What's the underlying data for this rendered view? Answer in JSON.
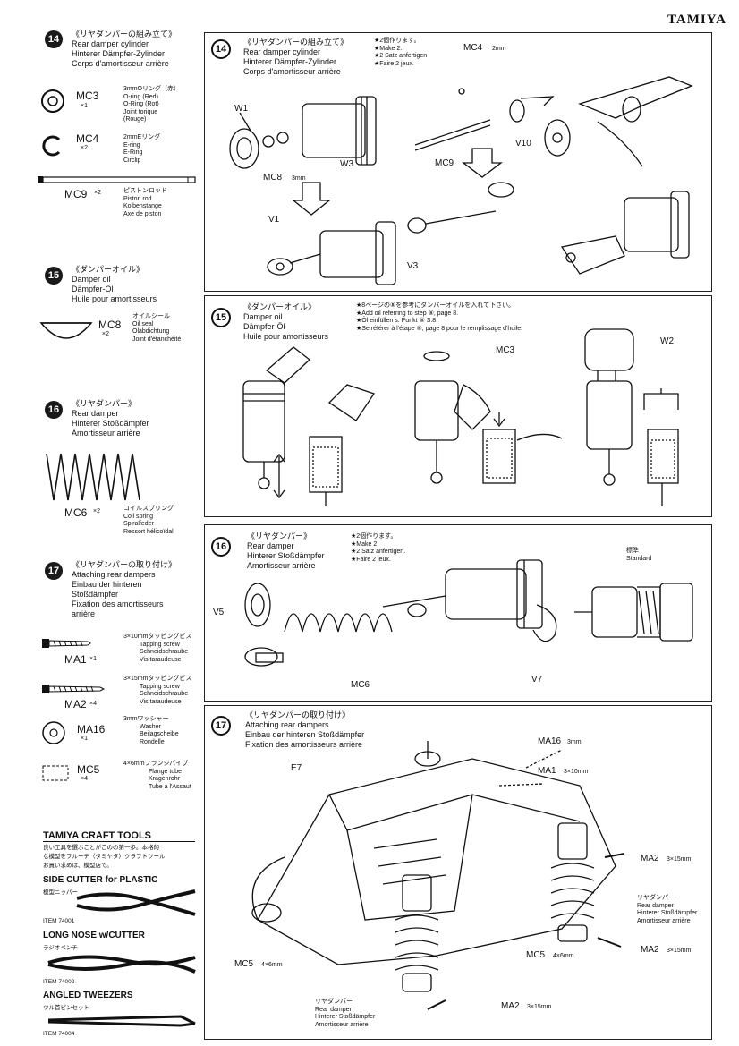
{
  "brand": "TAMIYA",
  "left": {
    "s14": {
      "num": "14",
      "jp": "《リヤダンパーの組み立て》",
      "en": "Rear damper cylinder",
      "de": "Hinterer Dämpfer-Zylinder",
      "fr": "Corps d'amortisseur arrière",
      "parts": [
        {
          "code": "MC3",
          "qty": "×1",
          "jp": "3mmOリング（赤）",
          "l1": "O-ring (Red)",
          "l2": "O-Ring (Rot)",
          "l3": "Joint torique",
          "l4": "(Rouge)"
        },
        {
          "code": "MC4",
          "qty": "×2",
          "jp": "2mmEリング",
          "l1": "E-ring",
          "l2": "E-Ring",
          "l3": "Circlip",
          "l4": ""
        },
        {
          "code": "MC9",
          "qty": "×2",
          "jp": "ピストンロッド",
          "l1": "Piston rod",
          "l2": "Kolbenstange",
          "l3": "Axe de piston",
          "l4": ""
        }
      ]
    },
    "s15": {
      "num": "15",
      "jp": "《ダンパーオイル》",
      "en": "Damper oil",
      "de": "Dämpfer-Öl",
      "fr": "Huile pour amortisseurs",
      "part": {
        "code": "MC8",
        "qty": "×2",
        "jp": "オイルシール",
        "l1": "Oil seal",
        "l2": "Ölabdichtung",
        "l3": "Joint d'étanchéité"
      }
    },
    "s16": {
      "num": "16",
      "jp": "《リヤダンパー》",
      "en": "Rear damper",
      "de": "Hinterer Stoßdämpfer",
      "fr": "Amortisseur arrière",
      "part": {
        "code": "MC6",
        "qty": "×2",
        "jp": "コイルスプリング",
        "l1": "Coil spring",
        "l2": "Spiralfeder",
        "l3": "Ressort hélicoïdal"
      }
    },
    "s17": {
      "num": "17",
      "jp": "《リヤダンパーの取り付け》",
      "en": "Attaching rear dampers",
      "de": "Einbau der hinteren",
      "de2": "Stoßdämpfer",
      "fr": "Fixation des amortisseurs",
      "fr2": "arrière",
      "parts": [
        {
          "code": "MA1",
          "qty": "×1",
          "jp": "3×10mmタッピングビス",
          "l1": "Tapping screw",
          "l2": "Schneidschraube",
          "l3": "Vis taraudeuse"
        },
        {
          "code": "MA2",
          "qty": "×4",
          "jp": "3×15mmタッピングビス",
          "l1": "Tapping screw",
          "l2": "Schneidschraube",
          "l3": "Vis taraudeuse"
        },
        {
          "code": "MA16",
          "qty": "×1",
          "jp": "3mmワッシャー",
          "l1": "Washer",
          "l2": "Beilagscheibe",
          "l3": "Rondelle"
        },
        {
          "code": "MC5",
          "qty": "×4",
          "jp": "4×6mmフランジパイプ",
          "l1": "Flange tube",
          "l2": "Kragenrohr",
          "l3": "Tube à l'Assaut"
        }
      ]
    },
    "tools": {
      "title": "TAMIYA CRAFT TOOLS",
      "jp1": "良い工具を選ぶことがこのの第一歩。本格的",
      "jp2": "な模型をフルーチ（タミヤタ）クラフトツール",
      "jp3": "お買い求めは、模型店で。",
      "t1": "SIDE CUTTER for PLASTIC",
      "t1jp": "模型ニッパー",
      "t1code": "ITEM 74001",
      "t2": "LONG NOSE w/CUTTER",
      "t2jp": "ラジオペンチ",
      "t2code": "ITEM 74002",
      "t3": "ANGLED TWEEZERS",
      "t3jp": "ツル首ピンセット",
      "t3code": "ITEM 74004"
    }
  },
  "p14": {
    "num": "14",
    "jp": "《リヤダンパーの組み立て》",
    "en": "Rear damper cylinder",
    "de": "Hinterer Dämpfer-Zylinder",
    "fr": "Corps d'amortisseur arrière",
    "n1": "★2個作ります。",
    "n2": "★Make 2.",
    "n3": "★2 Satz anfertigen",
    "n4": "★Faire 2 jeux.",
    "c_w1": "W1",
    "c_mc8": "MC8",
    "c_mc8s": "3mm",
    "c_w3": "W3",
    "c_mc4": "MC4",
    "c_mc4s": "2mm",
    "c_mc9": "MC9",
    "c_v10": "V10",
    "c_v1": "V1",
    "c_v3": "V3"
  },
  "p15": {
    "num": "15",
    "jp": "《ダンパーオイル》",
    "en": "Damper oil",
    "de": "Dämpfer-Öl",
    "fr": "Huile pour amortisseurs",
    "n1": "★8ページの⑧を参考にダンパーオイルを入れて下さい。",
    "n2": "★Add oil referring to step ⑧, page 8.",
    "n3": "★Öl einfüllen s. Punkt ⑧ S.8.",
    "n4": "★Se référer à l'étape ⑧, page 8 pour le remplissage d'huile.",
    "c_mc3": "MC3",
    "c_w2": "W2"
  },
  "p16": {
    "num": "16",
    "jp": "《リヤダンパー》",
    "en": "Rear damper",
    "de": "Hinterer Stoßdämpfer",
    "fr": "Amortisseur arrière",
    "n1": "★2個作ります。",
    "n2": "★Make 2.",
    "n3": "★2 Satz anfertigen.",
    "n4": "★Faire 2 jeux.",
    "c_v5": "V5",
    "c_mc6": "MC6",
    "c_v7": "V7",
    "std_jp": "標準",
    "std": "Standard"
  },
  "p17": {
    "num": "17",
    "jp": "《リヤダンパーの取り付け》",
    "en": "Attaching rear dampers",
    "de": "Einbau der hinteren Stoßdämpfer",
    "fr": "Fixation des amortisseurs arrière",
    "c_ma16": "MA16",
    "c_ma16s": "3mm",
    "c_e7": "E7",
    "c_ma1": "MA1",
    "c_ma1s": "3×10mm",
    "c_ma2a": "MA2",
    "c_ma2as": "3×15mm",
    "rd_jp": "リヤダンパー",
    "rd_en": "Rear damper",
    "rd_de": "Hinterer Stoßdämpfer",
    "rd_fr": "Amortisseur arrière",
    "c_ma2b": "MA2",
    "c_ma2bs": "3×15mm",
    "c_mc5a": "MC5",
    "c_mc5as": "4×6mm",
    "c_mc5b": "MC5",
    "c_mc5bs": "4×6mm",
    "c_ma2c": "MA2",
    "c_ma2cs": "3×15mm",
    "rd2_jp": "リヤダンパー",
    "rd2_en": "Rear damper",
    "rd2_de": "Hinterer Stoßdämpfer",
    "rd2_fr": "Amortisseur arrière"
  }
}
